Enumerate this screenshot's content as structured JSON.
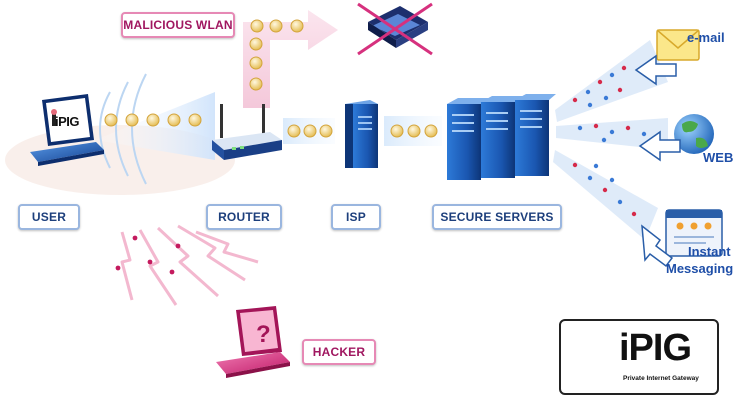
{
  "nodes": {
    "user": "USER",
    "router": "ROUTER",
    "isp": "ISP",
    "servers": "SECURE SERVERS",
    "malicious": "MALICIOUS WLAN",
    "hacker": "HACKER"
  },
  "services": {
    "email": "e-mail",
    "web": "WEB",
    "im_line1": "Instant",
    "im_line2": "Messaging"
  },
  "laptop_brand": "iPIG",
  "logo": {
    "word": "iPIG",
    "tagline": "Private Internet Gateway"
  },
  "colors": {
    "node_text": "#1d3f7c",
    "threat_text": "#a01760",
    "device_blue": "#1f5fb8",
    "threat_pink": "#d6317e",
    "packet_gold": "#e8c25a"
  }
}
